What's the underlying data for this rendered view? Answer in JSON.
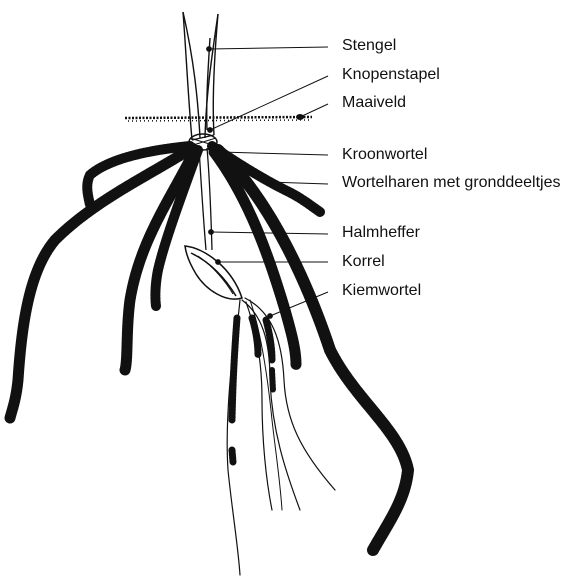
{
  "labels": {
    "stengel": "Stengel",
    "knopenstapel": "Knopenstapel",
    "maaiveld": "Maaiveld",
    "kroonwortel": "Kroonwortel",
    "wortelharen": "Wortelharen met gronddeeltjes",
    "halmheffer": "Halmheffer",
    "korrel": "Korrel",
    "kiemwortel": "Kiemwortel"
  },
  "colors": {
    "ink": "#111111",
    "background": "#ffffff"
  }
}
